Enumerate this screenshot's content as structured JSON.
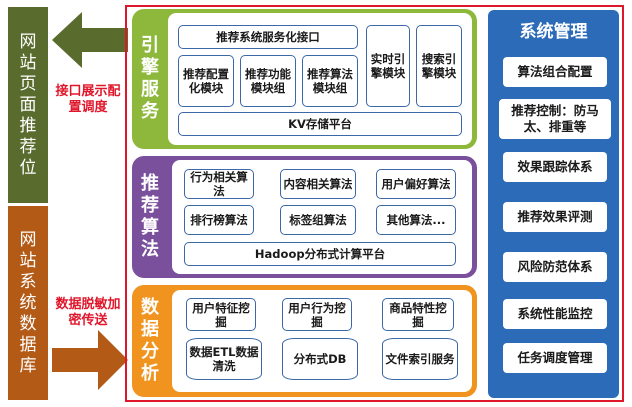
{
  "left_panels": {
    "top": "网站页面推荐位",
    "bottom": "网站系统数据库"
  },
  "arrow_labels": {
    "top": "接口展示配置调度",
    "bottom": "数据脱敏加密传送"
  },
  "engine": {
    "label": "引擎服务",
    "service_interface": "推荐系统服务化接口",
    "modules": [
      "推荐配置化模块",
      "推荐功能模块组",
      "推荐算法模块组"
    ],
    "realtime": "实时引擎模块",
    "search": "搜索引擎模块",
    "kv": "KV存储平台"
  },
  "algorithm": {
    "label": "推荐算法",
    "items": [
      "行为相关算法",
      "内容相关算法",
      "用户偏好算法",
      "排行榜算法",
      "标签组算法",
      "其他算法..."
    ],
    "platform": "Hadoop分布式计算平台"
  },
  "analysis": {
    "label": "数据分析",
    "items": [
      "用户特征挖掘",
      "用户行为挖掘",
      "商品特性挖掘"
    ],
    "storage": [
      "数据ETL数据清洗",
      "分布式DB",
      "文件索引服务"
    ]
  },
  "management": {
    "title": "系统管理",
    "items": [
      "算法组合配置",
      "推荐控制：防马太、排重等",
      "效果跟踪体系",
      "推荐效果评测",
      "风险防范体系",
      "系统性能监控",
      "任务调度管理"
    ]
  },
  "colors": {
    "left_top": "#5a6b2e",
    "left_bottom": "#b35a16",
    "engine": "#8db83b",
    "algorithm": "#7a4f9c",
    "analysis": "#f0941f",
    "management": "#2c6bb8",
    "frame": "#e0162b"
  }
}
